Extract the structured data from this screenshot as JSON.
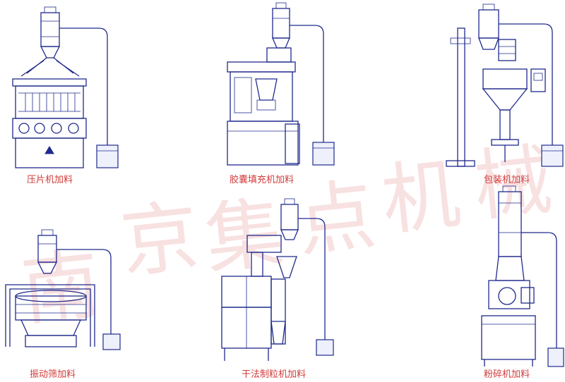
{
  "watermark": [
    "南",
    "京",
    "集",
    "点",
    "机",
    "械"
  ],
  "machines": [
    {
      "id": "tablet-press",
      "caption": "压片机加料"
    },
    {
      "id": "capsule-filler",
      "caption": "胶囊填充机加料"
    },
    {
      "id": "packing",
      "caption": "包装机加料"
    },
    {
      "id": "vibrating-sieve",
      "caption": "振动筛加料"
    },
    {
      "id": "dry-granulator",
      "caption": "干法制粒机加料"
    },
    {
      "id": "pulverizer",
      "caption": "粉碎机加料"
    }
  ],
  "colors": {
    "line": "#1f2a8c",
    "caption": "#d23a3a",
    "watermark": "#f3c9c9"
  }
}
